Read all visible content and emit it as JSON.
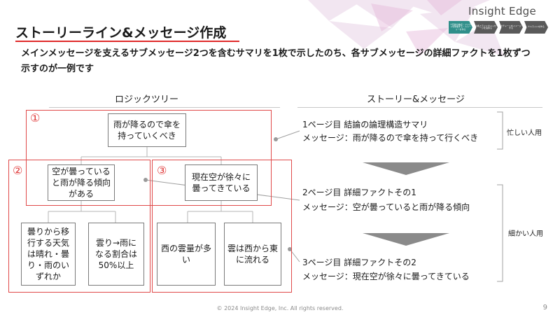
{
  "brand": "Insight Edge",
  "title": "ストーリーライン&メッセージ作成",
  "process_steps": [
    "①目的や論点・ファクトを整理する・ストーリーを作る",
    "②各スライドのメッセージを決める",
    "③チャートをイメージする",
    "④スライドを作る"
  ],
  "lead": "メインメッセージを支えるサブメッセージ2つを含むサマリを1枚で示したのち、各サブメッセージの詳細ファクトを1枚ずつ示すのが一例です",
  "logic_tree": {
    "heading": "ロジックツリー",
    "root": "雨が降るので傘を持っていくべき",
    "sub1": "空が曇っていると雨が降る傾向がある",
    "sub2": "現在空が徐々に曇ってきている",
    "leaf1": "曇りから移行する天気は晴れ・曇り・雨のいずれか",
    "leaf2": "雲り→雨になる割合は50%以上",
    "leaf3": "西の雲量が多い",
    "leaf4": "雲は西から東に流れる",
    "group_labels": [
      "①",
      "②",
      "③"
    ]
  },
  "story": {
    "heading": "ストーリー&メッセージ",
    "page1_title": "1ページ目 結論の論理構造サマリ",
    "page1_message": "メッセージ：雨が降るので傘を持って行くべき",
    "page2_title": "2ページ目 詳細ファクトその1",
    "page2_message": "メッセージ：空が曇っていると雨が降る傾向",
    "page3_title": "3ページ目 詳細ファクトその2",
    "page3_message": "メッセージ：現在空が徐々に曇ってきている",
    "audience_busy": "忙しい人用",
    "audience_detail": "細かい人用"
  },
  "footer": "© 2024 Insight Edge, Inc. All rights reserved.",
  "page_number": "9",
  "colors": {
    "accent_red": "#e02a2a",
    "step_teal": "#2f8f8a",
    "step_gray": "#5a5a5a",
    "arrow_gray": "#8a8a8a"
  }
}
